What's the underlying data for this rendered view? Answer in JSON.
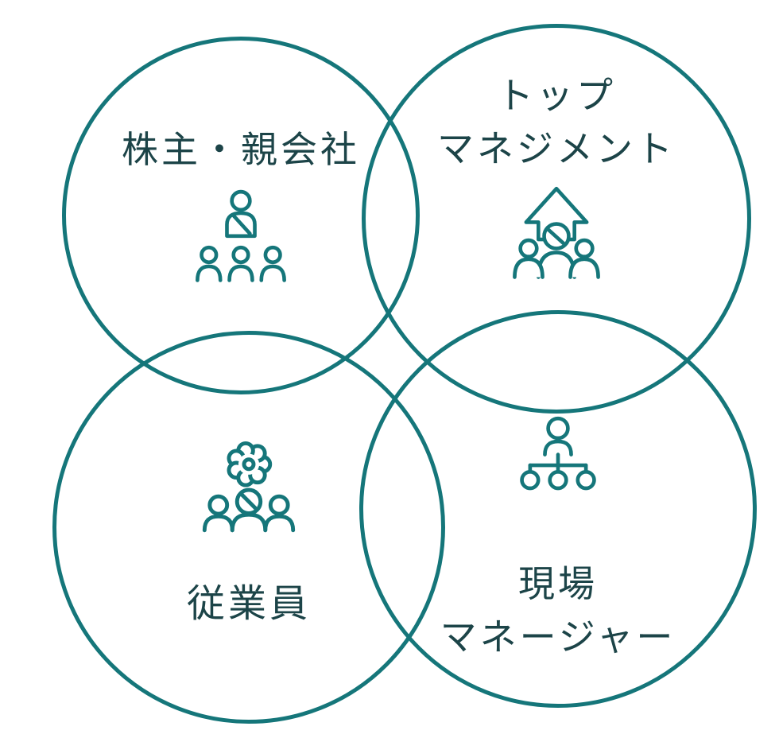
{
  "diagram": {
    "accent_color": "#15767a",
    "text_color": "#1c4448",
    "circles": {
      "shareholders": {
        "lines": [
          "株主・親会社"
        ],
        "icon": "presenter-audience-icon"
      },
      "top_management": {
        "lines": [
          "トップ",
          "マネジメント"
        ],
        "icon": "people-up-arrow-icon"
      },
      "employees": {
        "lines": [
          "従業員"
        ],
        "icon": "people-gear-icon"
      },
      "field_manager": {
        "lines": [
          "現場",
          "マネージャー"
        ],
        "icon": "org-chart-icon"
      }
    }
  }
}
